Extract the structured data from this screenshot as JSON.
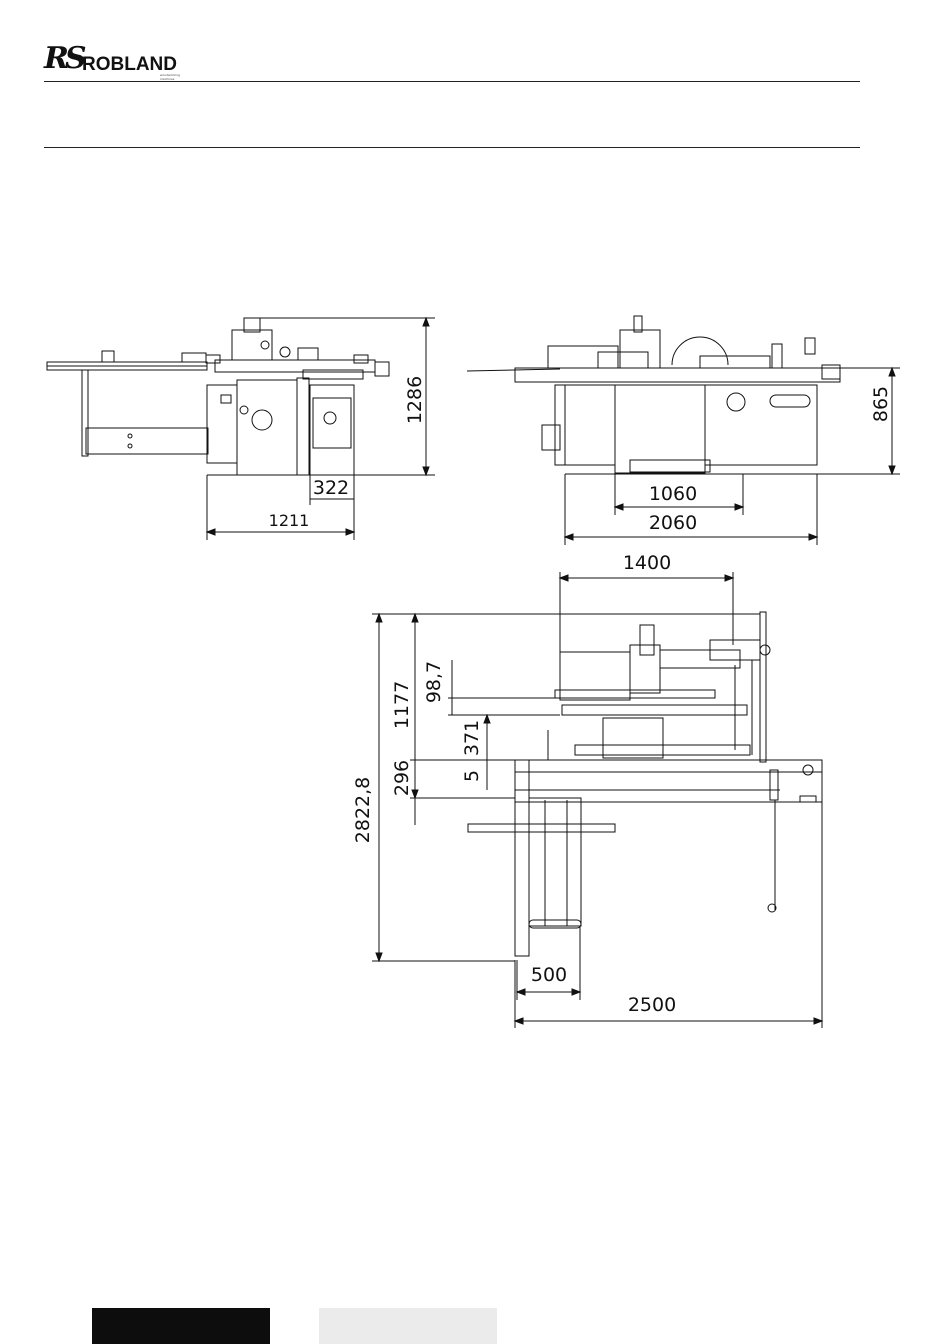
{
  "brand": {
    "logo_mark": "RS",
    "name": "ROBLAND",
    "tagline": "woodworking machines"
  },
  "dimensions": {
    "side_view": {
      "height": "1286",
      "depth": "322",
      "width": "1211"
    },
    "front_view": {
      "height": "865",
      "inner": "1060",
      "length": "2060"
    },
    "top_view": {
      "top_width": "1400",
      "left_total": "2822,8",
      "a": "1177",
      "b": "296",
      "c": "98,7",
      "d": "371",
      "e": "5",
      "bottom_small": "500",
      "bottom_total": "2500"
    }
  },
  "colors": {
    "line": "#111111",
    "tab_dark": "#0d0d0d",
    "tab_light": "#ebebeb"
  }
}
